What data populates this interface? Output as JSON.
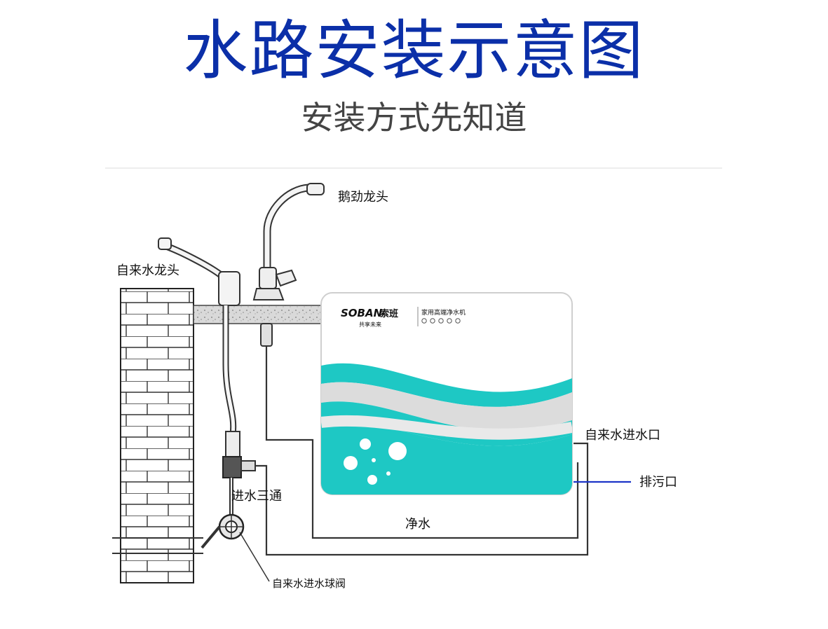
{
  "title": "水路安装示意图",
  "subtitle": "安装方式先知道",
  "labels": {
    "gooseneck_faucet": "鹅劲龙头",
    "tap_faucet": "自来水龙头",
    "inlet_tee": "进水三通",
    "ball_valve": "自来水进水球阀",
    "pure_water": "净水",
    "tap_inlet": "自来水进水口",
    "drain": "排污口"
  },
  "purifier": {
    "brand": "SOBAN",
    "brand_cn": "索班",
    "slogan": "共享未来",
    "product_name": "家用高端净水机"
  },
  "colors": {
    "title": "#0b2fa8",
    "teal": "#1ec8c4",
    "drain_line": "#1d35c8"
  }
}
